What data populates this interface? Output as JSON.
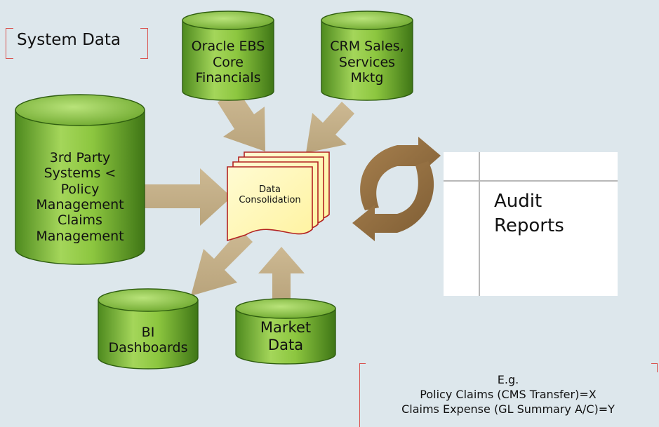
{
  "system_data_label": "System Data",
  "sources": {
    "oracle_ebs": "Oracle EBS\nCore\nFinancials",
    "crm": "CRM Sales,\nServices\nMktg",
    "third_party": "3rd Party\nSystems <\nPolicy\nManagement\nClaims\nManagement",
    "bi": "BI\nDashboards",
    "market": "Market\nData"
  },
  "consolidation": {
    "line1": "Data",
    "line2": "Consolidation"
  },
  "audit": {
    "line1": "Audit",
    "line2": "Reports"
  },
  "example": {
    "line1": "E.g.",
    "line2": "Policy Claims (CMS Transfer)=X",
    "line3": "Claims Expense (GL Summary A/C)=Y"
  },
  "colors": {
    "background": "#dde7ec",
    "cylinder_green": "#8cc63f",
    "arrow_tan": "#c4b089",
    "doc_yellow": "#fff8b0",
    "doc_border": "#b22222",
    "bracket_red": "#d9534f"
  }
}
